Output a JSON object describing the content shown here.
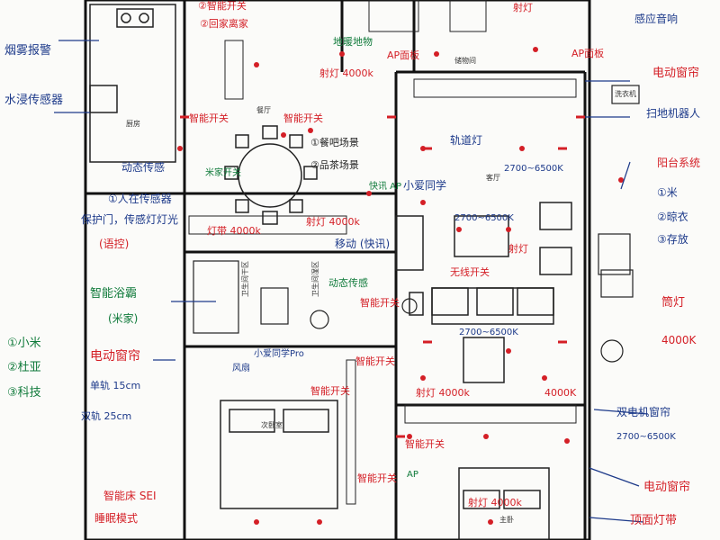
{
  "notes_left": {
    "range_hood": "烟雾报警",
    "water_sensor": "水浸传感器",
    "motion_sensor": "动态传感",
    "pos_sensor": "①人在传感器",
    "linked_light": "保护门，传感灯灯光",
    "sync": "(语控)",
    "smart_bath": "智能浴霸",
    "smart_bath_sub": "(米家)",
    "brands": [
      "①小米",
      "②杜亚",
      "③科技"
    ],
    "curtain_motor": "电动窗帘",
    "track_1": "单轨 15cm",
    "track_2": "双轨 25cm",
    "bedroom_1": "智能床 SEI",
    "bedroom_2": "睡眠模式"
  },
  "notes_top": {
    "kitchen_switch": "②智能开关",
    "scene_switch": "②回家离家",
    "floor_heat": "地暖地物",
    "ap_panel": "AP面板",
    "ceiling_light": "射灯 4000k",
    "ap_panel_2": "AP面板",
    "light_top": "射灯",
    "sensor_light": "感应音响"
  },
  "notes_mid": {
    "smart_switch_1": "智能开关",
    "smart_switch_2": "智能开关",
    "scene_1": "①餐吧场景",
    "scene_2": "②品茶场景",
    "dining_switch": "米家开关",
    "light_strip": "灯带 4000k",
    "spot": "射灯 4000k",
    "track_light": "轨道灯",
    "color_temp": "2700~6500K",
    "color_temp_2": "2700~6500K",
    "wifi_ap": "快讯 AP",
    "mobile": "移动 (快讯)",
    "voice": "小爱同学",
    "motion_2": "动态传感",
    "ap_note": "AP",
    "spot_2": "射灯",
    "light_2700": "2700~6500K",
    "xiaoai_pro": "小爱同学Pro",
    "switch_bath": "智能开关",
    "smart_3": "智能开关",
    "smart_4": "智能开关",
    "smart_5": "智能开关",
    "smart_6": "智能开关",
    "open_switch": "无线开关",
    "spot_3": "射灯 4000k",
    "hall_light": "4000K",
    "wind": "风扇",
    "spot_4": "射灯 4000k",
    "ap_small": "AP"
  },
  "notes_right": {
    "electric_curtain": "电动窗帘",
    "sweep_robot": "扫地机器人",
    "balcony_1": "阳台系统",
    "balcony_2": "①米",
    "balcony_3": "②晾衣",
    "balcony_4": "③存放",
    "tv_light": "筒灯",
    "tv_light_k": "4000K",
    "dual_curtain": "双电机窗帘",
    "dual_curtain_k": "2700~6500K",
    "electric_curtain_2": "电动窗帘",
    "top_light": "顶面灯带"
  },
  "rooms": {
    "kitchen": "厨房",
    "dining": "餐厅",
    "bath_dry": "卫生间干区",
    "bath_wet": "卫生间湿区",
    "bed_2": "次卧室",
    "living": "客厅",
    "master": "主卧",
    "laundry": "洗衣机",
    "storage": "储物间"
  }
}
